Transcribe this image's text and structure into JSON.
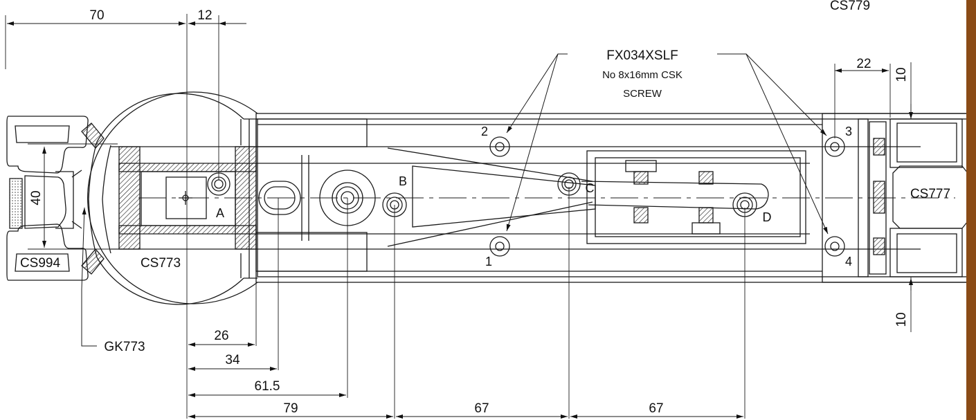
{
  "colors": {
    "line": "#1a1a1a",
    "hatch": "#333333",
    "accent_bar": "#8a4b16"
  },
  "labels": {
    "profile_top_right": "CS779",
    "profile_left": "CS994",
    "profile_round": "CS773",
    "profile_right": "CS777",
    "gasket": "GK773"
  },
  "callout": {
    "code": "FX034XSLF",
    "line1": "No 8x16mm CSK",
    "line2": "SCREW"
  },
  "points": {
    "a": "A",
    "b": "B",
    "c": "C",
    "d": "D"
  },
  "holes": {
    "h1": "1",
    "h2": "2",
    "h3": "3",
    "h4": "4"
  },
  "dimensions": {
    "top_70": "70",
    "top_12": "12",
    "left_40": "40",
    "right_22": "22",
    "right_10_top": "10",
    "right_10_bottom": "10",
    "bottom_26": "26",
    "bottom_34": "34",
    "bottom_61_5": "61.5",
    "bottom_79": "79",
    "bottom_67_left": "67",
    "bottom_67_right": "67"
  }
}
